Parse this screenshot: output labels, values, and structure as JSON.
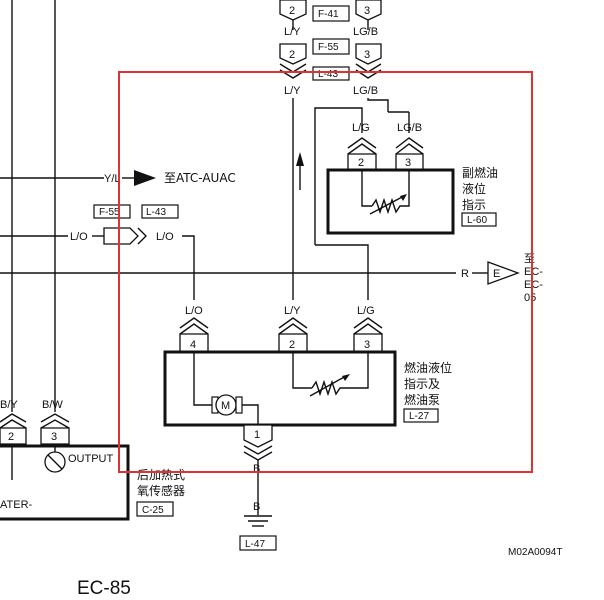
{
  "labels": {
    "f41": "F-41",
    "f55_top": "F-55",
    "l43_top": "L-43",
    "f55": "F-55",
    "l43": "L-43",
    "l60": "L-60",
    "l27": "L-27",
    "c25": "C-25",
    "l47": "L-47",
    "wire_ly": "L/Y",
    "wire_lgb": "LG/B",
    "wire_lg": "L/G",
    "wire_lo": "L/O",
    "wire_yl": "Y/L",
    "wire_r": "R",
    "wire_b": "B",
    "wire_by": "B/Y",
    "wire_bw": "B/W",
    "pin1": "1",
    "pin2": "2",
    "pin3": "3",
    "pin4": "4",
    "atc": "至ATC-AUAC",
    "sub_tank": [
      "副燃油",
      "液位",
      "指示"
    ],
    "fuel_pump": [
      "燃油液位",
      "指示及",
      "燃油泵"
    ],
    "sensor": [
      "后加热式",
      "氧传感器"
    ],
    "to_ec": [
      "至",
      "EC-",
      "EC-",
      "05"
    ],
    "output": "OUTPUT",
    "heater": "ATER-",
    "motor": "M",
    "connector_e": "E",
    "ref_code": "M02A0094T",
    "page": "EC-85"
  },
  "colors": {
    "highlight": "#dd3333"
  }
}
